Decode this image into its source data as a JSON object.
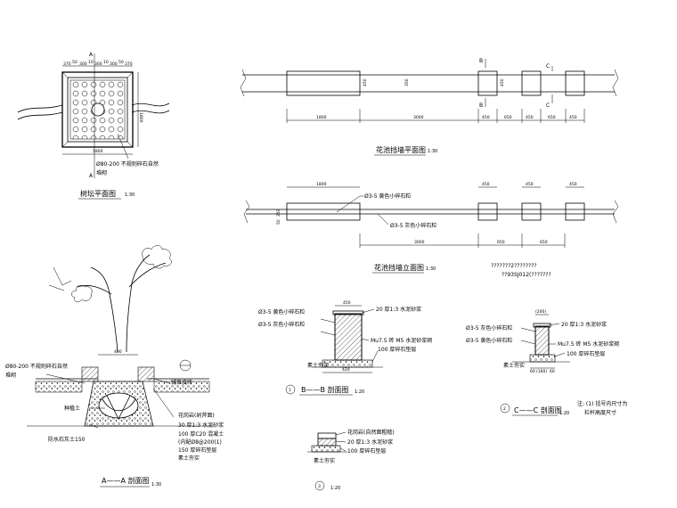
{
  "tree_plan": {
    "title": "树坛平面图",
    "scale": "1:30",
    "section_mark": "A",
    "dims_top": [
      "370",
      "50",
      "300",
      "10",
      "300",
      "10",
      "300",
      "50",
      "370"
    ],
    "dim_right": "1800",
    "dim_bottom": "1800",
    "label": [
      "Ø80-200 不规则碎石自然",
      "堆砌"
    ]
  },
  "wall_plan": {
    "title": "花池挡墙平面图",
    "scale": "1:30",
    "marks": [
      "B",
      "B",
      "C",
      "C"
    ],
    "dims": [
      "1800",
      "3000",
      "450",
      "650",
      "450",
      "650",
      "450"
    ],
    "dim_v1": "450",
    "dim_v2": "350",
    "dim_v3": "450"
  },
  "wall_elev": {
    "title": "花池挡墙立面图",
    "scale": "1:30",
    "dims_top": [
      "1800",
      "450",
      "450",
      "450"
    ],
    "dims_bottom": [
      "3000",
      "650",
      "650"
    ],
    "dims_left": [
      "250",
      "50"
    ],
    "label1": "Ø3-5 黄色小碎石粒",
    "label2": "Ø3-5 灰色小碎石粒"
  },
  "note_text": [
    "???????2????????",
    "??93SJ012(???????"
  ],
  "section_aa": {
    "title": "A——A 剖面图",
    "scale": "1:30",
    "label_left": [
      "Ø80-200 不规则碎石自然",
      "堆砌"
    ],
    "label_right": "铺草皮砖",
    "labels_right": [
      "花岗岩(剁斧面)",
      "30 厚1:3 水泥砂浆",
      "100 厚C20 混凝土",
      "(内配Ø8@200(1)",
      "150 厚碎石垫层",
      "素土夯实"
    ],
    "label_tree": "种植土",
    "label_bottom_left": "防水石灰土150",
    "dim_center": "400"
  },
  "section_bb": {
    "number": "1",
    "title": "B——B 剖面图",
    "scale": "1:20",
    "dim_top": "450",
    "dim_bottom": "420",
    "label_left": [
      "Ø3-5 黄色小碎石粒",
      "Ø3-5 灰色小碎石粒"
    ],
    "labels_right": [
      "20 厚1:3 水泥砂浆",
      "Mu7.5 砖 M5 水泥砂浆砌",
      "100 厚碎石垫层"
    ],
    "label_bottom": "素土夯实"
  },
  "section_cc": {
    "number": "2",
    "title": "C——C 剖面图",
    "scale": "1:20",
    "dim_top": "(200)",
    "dims_bottom": [
      "60",
      "(160)",
      "60"
    ],
    "label_left": [
      "Ø3-5 灰色小碎石粒",
      "Ø3-5 黄色小碎石粒"
    ],
    "labels_right": [
      "20 厚1:3 水泥砂浆",
      "Mu7.5 砖 M5 水泥砂浆砌",
      "100 厚碎石垫层"
    ],
    "label_bottom": "素土夯实",
    "note": [
      "注: (1) 括号内尺寸为",
      "栏杆高度尺寸"
    ]
  },
  "section_3": {
    "number": "3",
    "scale": "1:20",
    "labels": [
      "花岗岩(自然面粗糙)",
      "20 厚1:3 水泥砂浆",
      "100 厚碎石垫层"
    ],
    "label_bottom": "素土夯实"
  }
}
